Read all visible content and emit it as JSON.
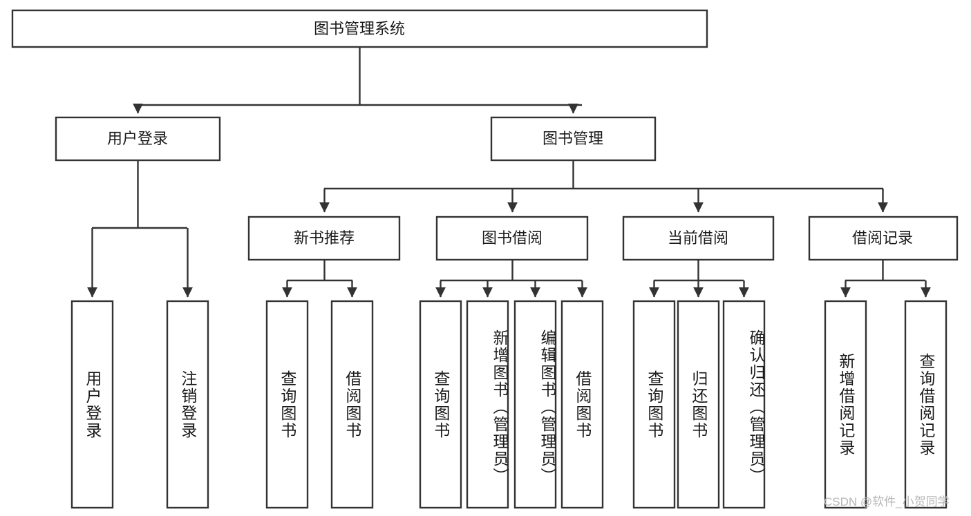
{
  "diagram": {
    "title": "图书管理系统",
    "type": "hierarchy-tree",
    "watermark": "CSDN @软件_小贺同学",
    "colors": {
      "stroke": "#333333",
      "fill": "#ffffff",
      "text": "#1a1a1a",
      "watermark": "#b6b6b6"
    },
    "levels": {
      "root": {
        "label": "图书管理系统"
      },
      "level2": [
        {
          "label": "用户登录"
        },
        {
          "label": "图书管理"
        }
      ],
      "level3": [
        {
          "label": "新书推荐"
        },
        {
          "label": "图书借阅"
        },
        {
          "label": "当前借阅"
        },
        {
          "label": "借阅记录"
        }
      ],
      "leaves": {
        "user_login": [
          {
            "label": "用户登录"
          },
          {
            "label": "注销登录"
          }
        ],
        "new_book": [
          {
            "label": "查询图书"
          },
          {
            "label": "借阅图书"
          }
        ],
        "book_borrow": [
          {
            "label": "查询图书"
          },
          {
            "label": "新增图书（管理员）"
          },
          {
            "label": "编辑图书（管理员）"
          },
          {
            "label": "借阅图书"
          }
        ],
        "current_borrow": [
          {
            "label": "查询图书"
          },
          {
            "label": "归还图书"
          },
          {
            "label": "确认归还（管理员）"
          }
        ],
        "borrow_record": [
          {
            "label": "新增借阅记录"
          },
          {
            "label": "查询借阅记录"
          }
        ]
      }
    }
  }
}
